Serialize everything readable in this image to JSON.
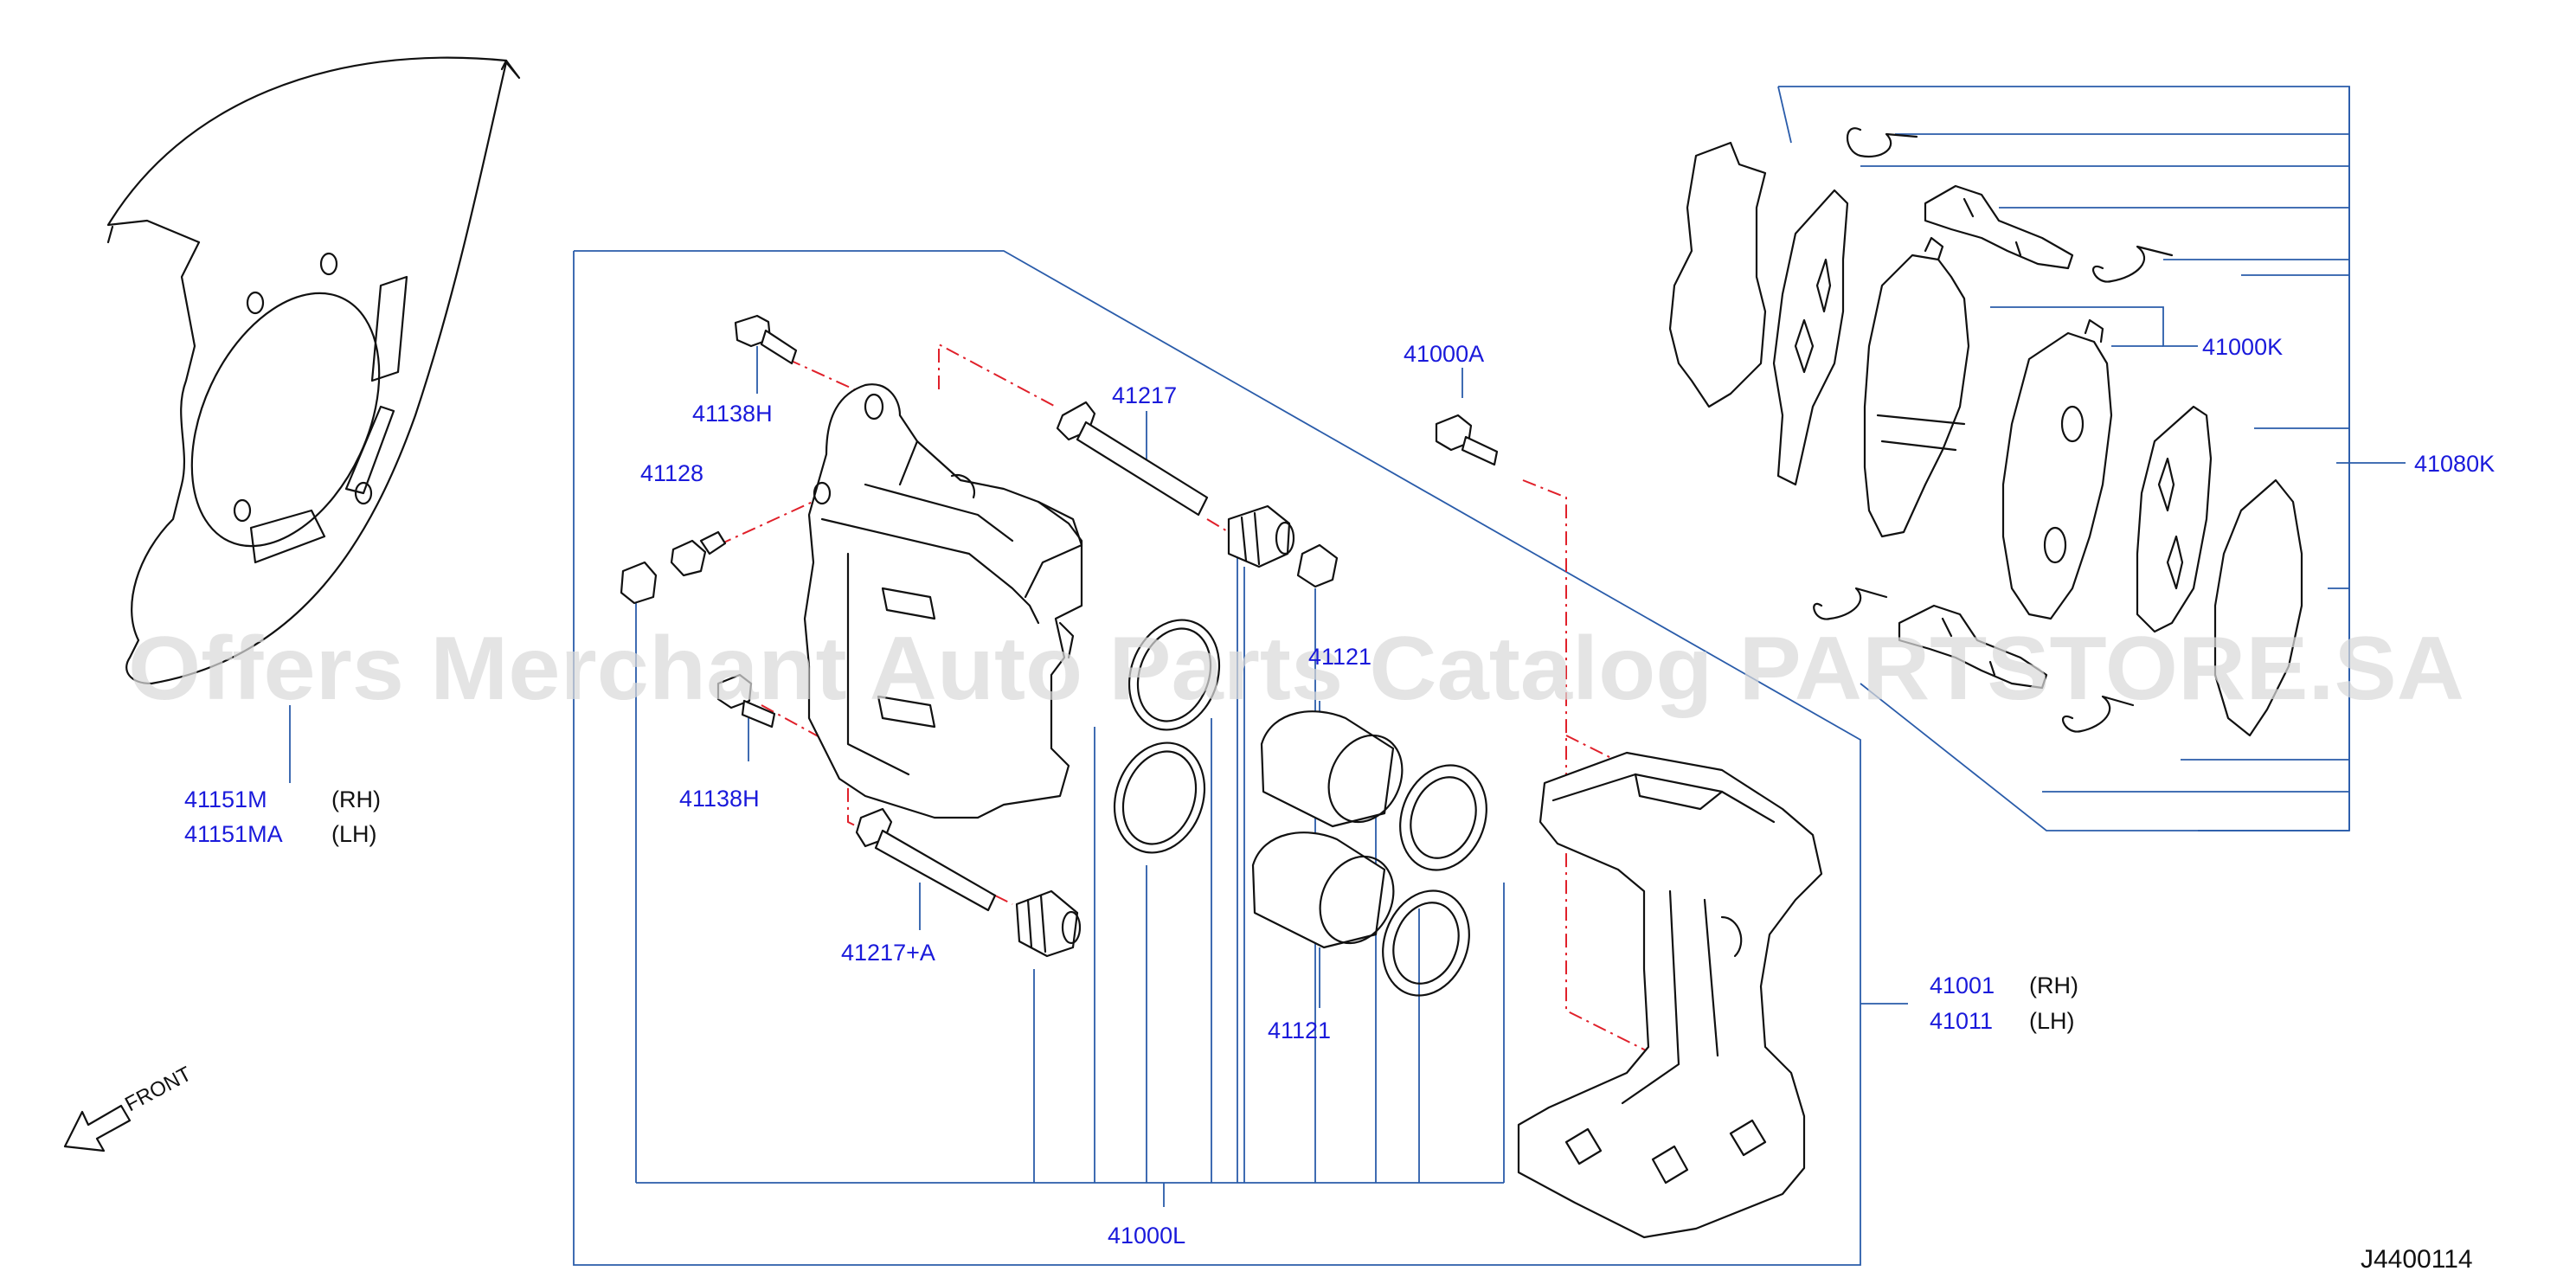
{
  "diagram": {
    "watermark": "Offers Merchant Auto Parts Catalog PARTSTORE.SA",
    "reference_code": "J4400114",
    "front_label": "FRONT",
    "side_rh": "(RH)",
    "side_lh": "(LH)",
    "parts": {
      "dust_shield_rh": "41151M",
      "dust_shield_lh": "41151MA",
      "bolt_upper": "41138H",
      "bleeder": "41128",
      "bolt_lower": "41138H",
      "pin_upper": "41217",
      "pin_lower": "41217+A",
      "bolt_kit": "41000A",
      "piston_seal": "41121",
      "piston": "41121",
      "seal_kit": "41000L",
      "torque_member_rh": "41001",
      "torque_member_lh": "41011",
      "pad_kit": "41000K",
      "pad_set": "41080K"
    }
  }
}
